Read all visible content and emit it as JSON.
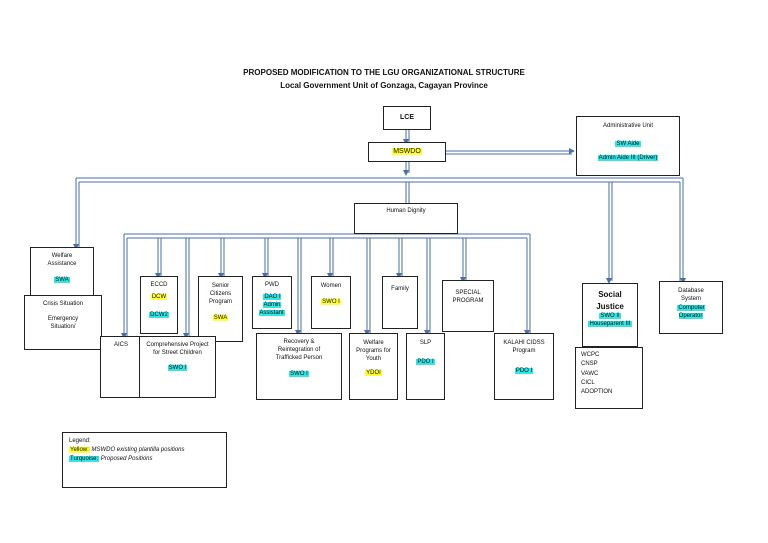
{
  "title": "PROPOSED MODIFICATION TO THE LGU ORGANIZATIONAL STRUCTURE",
  "subtitle": "Local Government Unit of Gonzaga, Cagayan Province",
  "colors": {
    "yellow": "#ffff33",
    "turquoise": "#33e6e6",
    "connector": "#4a6fa5"
  },
  "nodes": {
    "lce": "LCE",
    "mswdo": "MSWDO",
    "admin_unit": {
      "title": "Administrative Unit",
      "pos1": "SW Aide",
      "pos2": "Admin Aide III (Driver)"
    },
    "human_dignity": "Human Dignity",
    "welfare_assistance": {
      "title": "Welfare Assistance",
      "pos": "SWA"
    },
    "crisis": {
      "line1": "Crisis Situation",
      "line2": "Emergency Situation/"
    },
    "aics": "AICS",
    "eccd": {
      "title": "ECCD",
      "pos1": "DCW",
      "pos2": "DCW2"
    },
    "senior": {
      "title": "Senior Citizens Program",
      "pos": "SWA"
    },
    "pwd": {
      "title": "PWD",
      "pos": "DAO I Admin Assistant"
    },
    "women": {
      "title": "Women",
      "pos": "SWO I"
    },
    "family": "Family",
    "special": "SPECIAL PROGRAM",
    "comprehensive": {
      "title": "Comprehensive Project for Street Children",
      "pos": "SWO I"
    },
    "recovery": {
      "title": "Recovery & Reintegration of Trafficked Person",
      "pos": "SWO I"
    },
    "youth": {
      "title": "Welfare Programs for Youth",
      "pos": "YDOI"
    },
    "slp": {
      "title": "SLP",
      "pos": "PDO I"
    },
    "kalahi": {
      "title": "KALAHI CIDSS Program",
      "pos": "PDO I"
    },
    "social_justice": {
      "title": "Social Justice",
      "pos1": "SWO II",
      "pos2": "Houseparent III"
    },
    "sj_list": [
      "WCPC",
      "CNSP",
      "VAWC",
      "CICL",
      "ADOPTION"
    ],
    "database": {
      "title": "Database System",
      "pos": "Computer Operator"
    }
  },
  "legend": {
    "title": "Legend:",
    "yellow_label": "Yellow:",
    "yellow_text": "MSWDO existing plantilla positions",
    "turquoise_label": "Turquoise:",
    "turquoise_text": "Proposed Positions"
  }
}
